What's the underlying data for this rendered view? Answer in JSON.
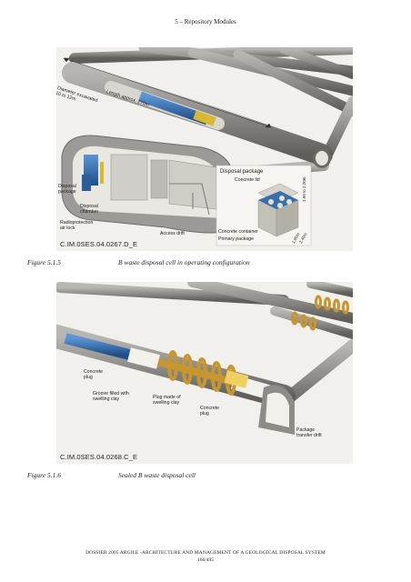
{
  "header": {
    "title": "5 – Repository Modules"
  },
  "figure1": {
    "labels": {
      "length": "Length approx. 270m",
      "diameter": "Diameter excavated\n10 to 12m",
      "disposal_package_left": "Disposal\npackage",
      "disposal_chamber": "Disposal\nchamber",
      "radioprotection": "Radioprotection\nair lock",
      "access_drift": "Access drift",
      "disposal_package": "Disposal package",
      "concrete_lid": "Concrete lid",
      "concrete_container": "Concrete container",
      "primary_package": "Primary package",
      "dim_height": "1.50 to 2.20m",
      "dim_width": "1.80m",
      "dim_depth": "2.40m"
    },
    "code": "C.IM.0SES.04.0267.D_E"
  },
  "caption1": {
    "number": "Figure 5.1.5",
    "text": "B waste disposal cell in operating configuration"
  },
  "figure2": {
    "labels": {
      "concrete_plug_left": "Concrete\nplug",
      "groove": "Groove filled with\nswelling clay",
      "plug_swelling": "Plug made of\nswelling clay",
      "concrete_plug_right": "Concrete\nplug",
      "transfer_drift": "Package\ntransfer drift"
    },
    "code": "C.IM.0SES.04.0268.C_E"
  },
  "caption2": {
    "number": "Figure 5.1.6",
    "text": "Sealed B waste disposal cell"
  },
  "footer": {
    "line1": "DOSSIER 2005 ARGILE -ARCHITECTURE AND MANAGEMENT OF A GEOLOGICAL DISPOSAL SYSTEM",
    "line2": "166/495"
  },
  "colors": {
    "tunnel": "#8a8a88",
    "package_blue": "#2f6fb6",
    "clay_gold": "#c8962e",
    "concrete": "#e8e6e0"
  }
}
